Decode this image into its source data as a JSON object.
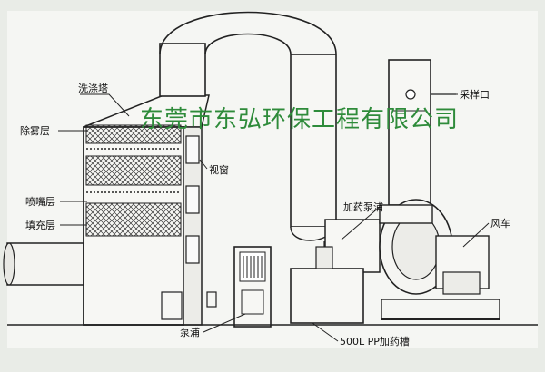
{
  "watermark": "东莞市东弘环保工程有限公司",
  "labels": {
    "scrubber_tower": "洗涤塔",
    "demister_layer": "除雾层",
    "sight_window": "视窗",
    "nozzle_layer": "喷嘴层",
    "packing_layer": "填充层",
    "sampling_port": "采样口",
    "dosing_pump": "加药泵浦",
    "fan": "风车",
    "pump": "泵浦",
    "dosing_tank": "500L PP加药槽"
  },
  "colors": {
    "background": "#e9ece7",
    "panel": "#f4f5f2",
    "line": "#222222",
    "watermark": "#2e8b3a"
  }
}
